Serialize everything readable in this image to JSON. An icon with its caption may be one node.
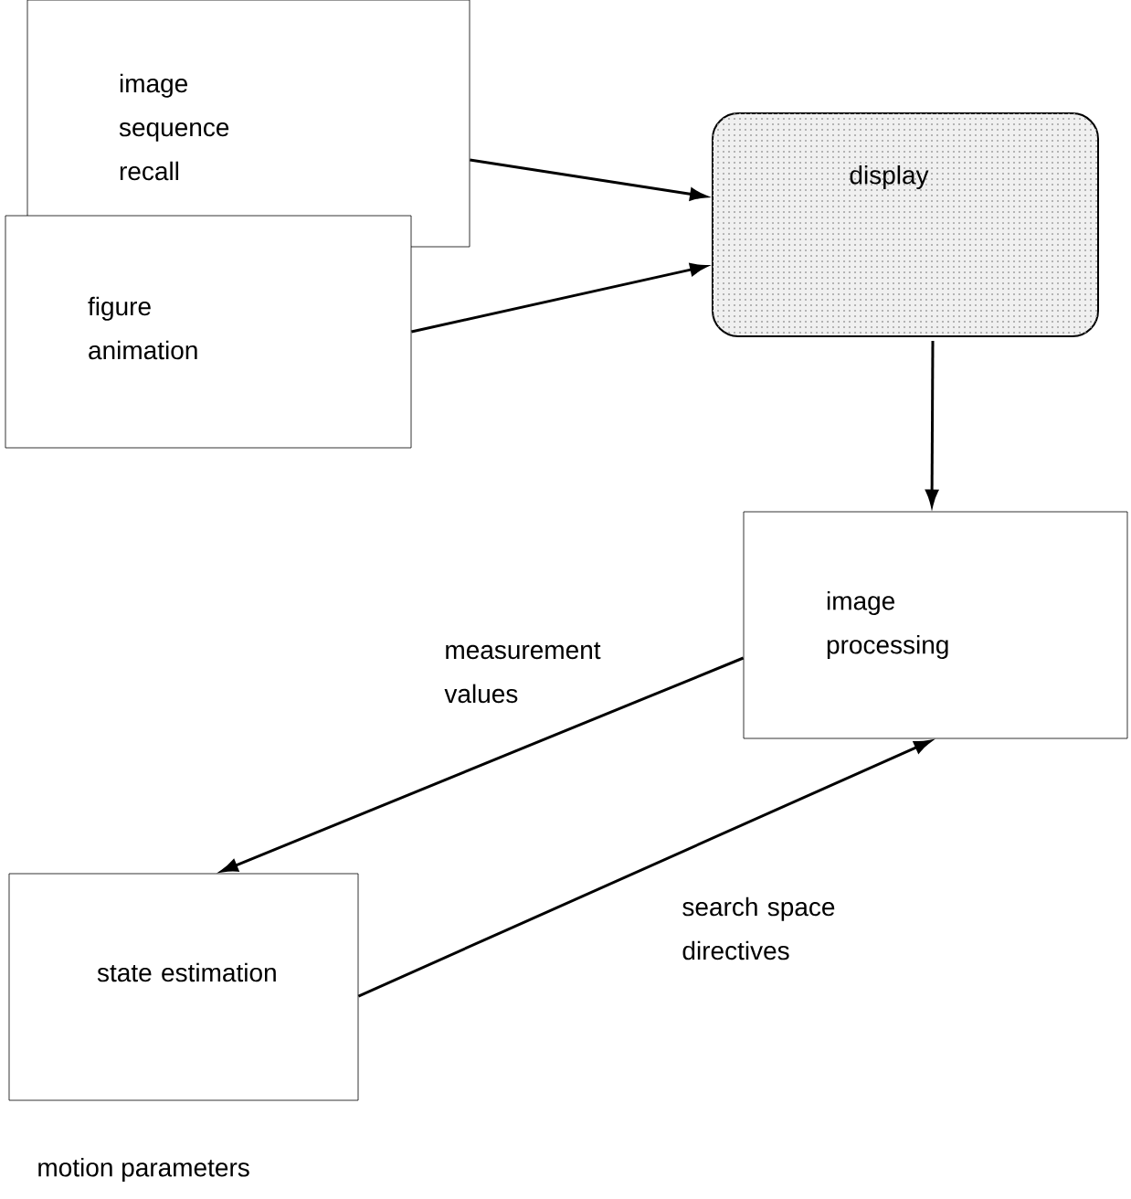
{
  "diagram": {
    "nodes": [
      {
        "text": [
          "image sequence recall"
        ]
      },
      {
        "text": [
          "figure animation"
        ]
      },
      {
        "text": [
          "display"
        ]
      },
      {
        "text": [
          "image processing"
        ]
      },
      {
        "text": [
          "state estimation"
        ]
      }
    ],
    "edges": [
      {
        "from": 0,
        "to": 2,
        "arrow": "to"
      },
      {
        "from": 1,
        "to": 2,
        "arrow": "to"
      },
      {
        "from": 2,
        "to": 3,
        "arrow": "to"
      },
      {
        "from": 3,
        "to": 4,
        "arrow": "to",
        "label": "measurement values"
      },
      {
        "from": 4,
        "to": 3,
        "arrow": "to",
        "label": "search space directives"
      }
    ],
    "labels": [
      "motion parameters"
    ]
  }
}
